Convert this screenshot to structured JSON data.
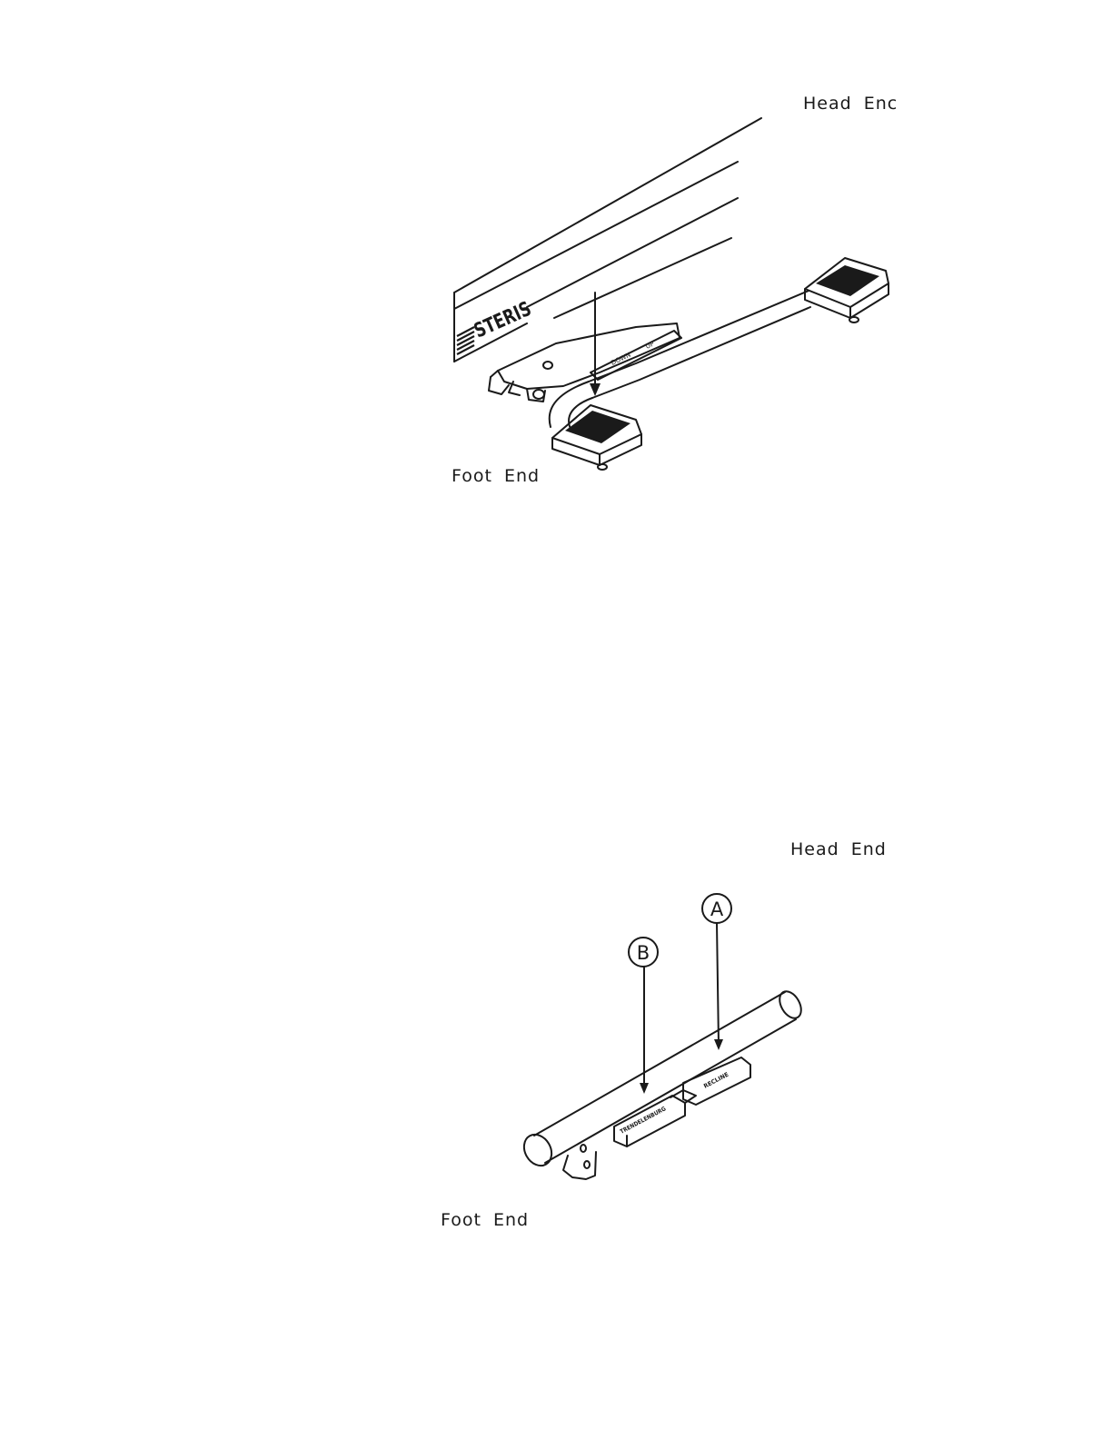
{
  "figure_1": {
    "head_label": "Head Enc",
    "foot_label": "Foot End",
    "brand_text": "STERIS",
    "pedal_down_text": "DOWN",
    "pedal_up_text": "UP"
  },
  "figure_2": {
    "head_label": "Head End",
    "foot_label": "Foot End",
    "callout_a": "A",
    "callout_b": "B",
    "pedal_b_text": "TRENDELENBURG",
    "pedal_a_text": "RECLINE"
  }
}
